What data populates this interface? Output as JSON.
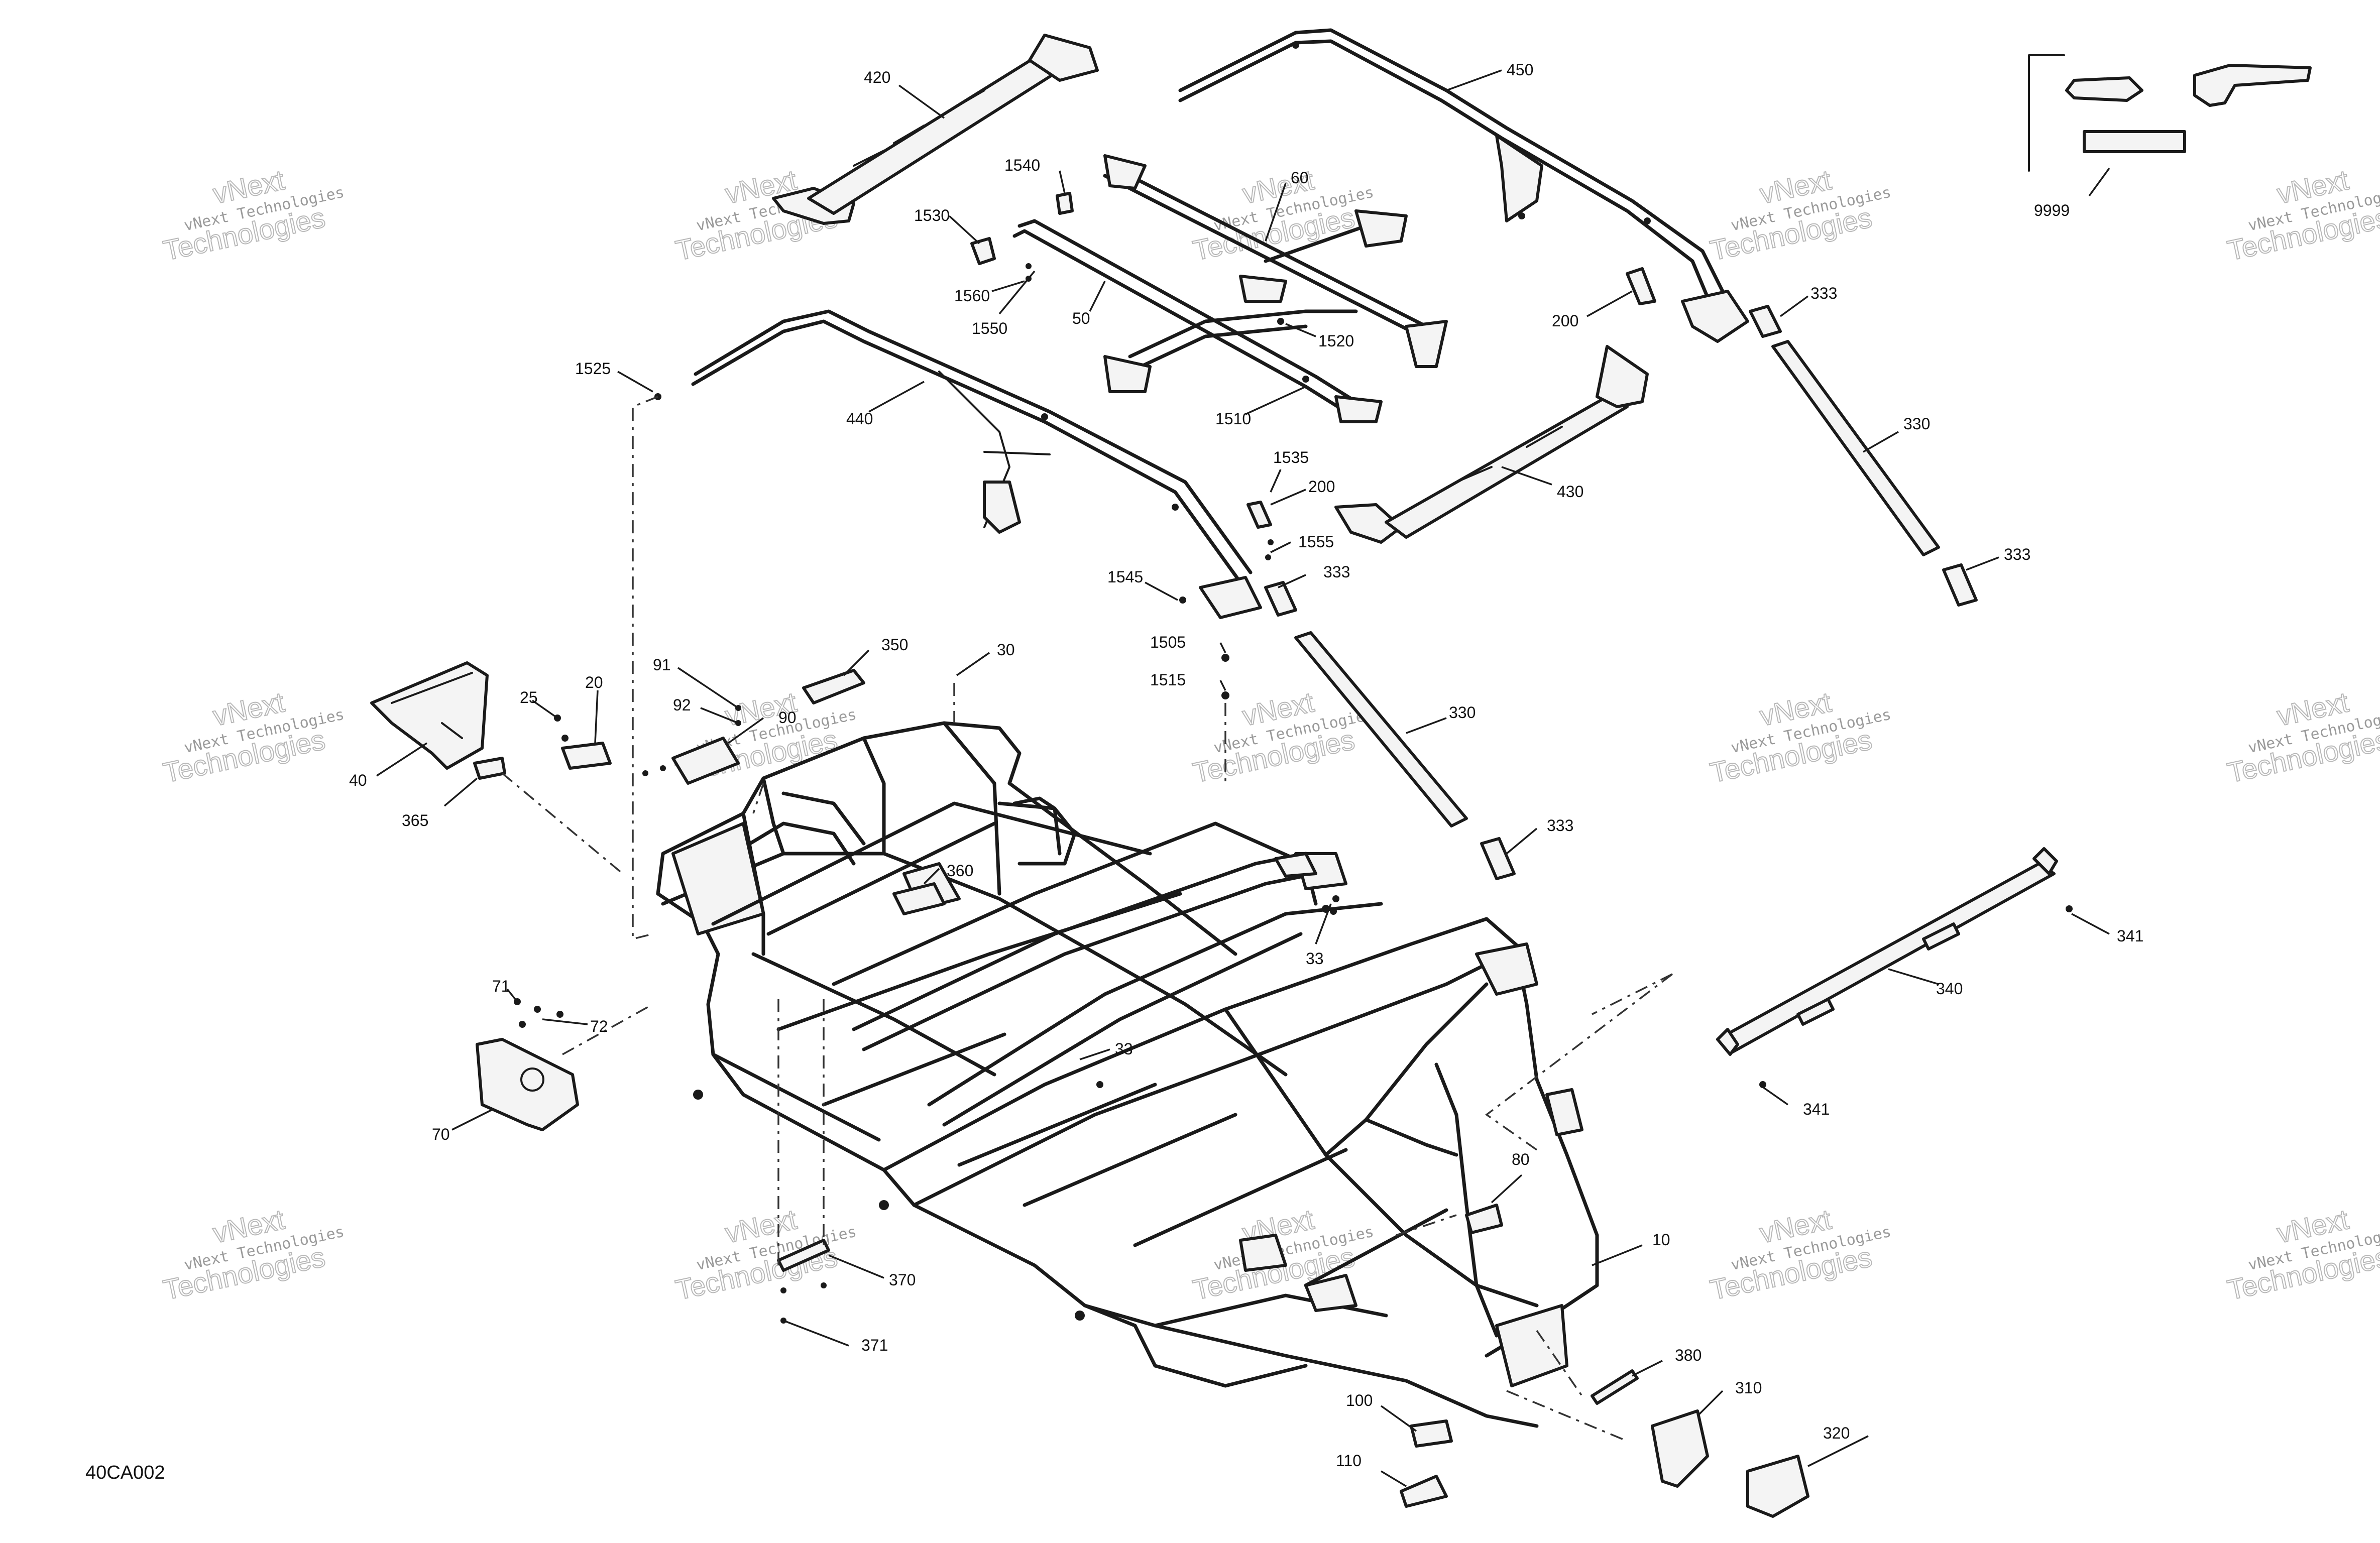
{
  "diagram_code": "40CA002",
  "watermark": {
    "line1": "vNext Technologies",
    "line2": "Technologies",
    "line3": "vNext"
  },
  "callouts": [
    {
      "id": "c420",
      "label": "420"
    },
    {
      "id": "c450",
      "label": "450"
    },
    {
      "id": "c9999",
      "label": "9999"
    },
    {
      "id": "c1540",
      "label": "1540"
    },
    {
      "id": "c60",
      "label": "60"
    },
    {
      "id": "c1530",
      "label": "1530"
    },
    {
      "id": "c1560",
      "label": "1560"
    },
    {
      "id": "c1550",
      "label": "1550"
    },
    {
      "id": "c50",
      "label": "50"
    },
    {
      "id": "c1520",
      "label": "1520"
    },
    {
      "id": "c200a",
      "label": "200"
    },
    {
      "id": "c333a",
      "label": "333"
    },
    {
      "id": "c1525",
      "label": "1525"
    },
    {
      "id": "c440",
      "label": "440"
    },
    {
      "id": "c1510",
      "label": "1510"
    },
    {
      "id": "c330a",
      "label": "330"
    },
    {
      "id": "c1535",
      "label": "1535"
    },
    {
      "id": "c200b",
      "label": "200"
    },
    {
      "id": "c430",
      "label": "430"
    },
    {
      "id": "c1555",
      "label": "1555"
    },
    {
      "id": "c333b",
      "label": "333"
    },
    {
      "id": "c333c",
      "label": "333"
    },
    {
      "id": "c1545",
      "label": "1545"
    },
    {
      "id": "c1505",
      "label": "1505"
    },
    {
      "id": "c1515",
      "label": "1515"
    },
    {
      "id": "c350",
      "label": "350"
    },
    {
      "id": "c30",
      "label": "30"
    },
    {
      "id": "c91",
      "label": "91"
    },
    {
      "id": "c92",
      "label": "92"
    },
    {
      "id": "c90",
      "label": "90"
    },
    {
      "id": "c20",
      "label": "20"
    },
    {
      "id": "c25",
      "label": "25"
    },
    {
      "id": "c40",
      "label": "40"
    },
    {
      "id": "c365",
      "label": "365"
    },
    {
      "id": "c330b",
      "label": "330"
    },
    {
      "id": "c333d",
      "label": "333"
    },
    {
      "id": "c360",
      "label": "360"
    },
    {
      "id": "c33a",
      "label": "33"
    },
    {
      "id": "c341a",
      "label": "341"
    },
    {
      "id": "c340",
      "label": "340"
    },
    {
      "id": "c71",
      "label": "71"
    },
    {
      "id": "c72",
      "label": "72"
    },
    {
      "id": "c33b",
      "label": "33"
    },
    {
      "id": "c341b",
      "label": "341"
    },
    {
      "id": "c70",
      "label": "70"
    },
    {
      "id": "c80",
      "label": "80"
    },
    {
      "id": "c10",
      "label": "10"
    },
    {
      "id": "c370",
      "label": "370"
    },
    {
      "id": "c371",
      "label": "371"
    },
    {
      "id": "c380",
      "label": "380"
    },
    {
      "id": "c310",
      "label": "310"
    },
    {
      "id": "c100",
      "label": "100"
    },
    {
      "id": "c320",
      "label": "320"
    },
    {
      "id": "c110",
      "label": "110"
    }
  ]
}
